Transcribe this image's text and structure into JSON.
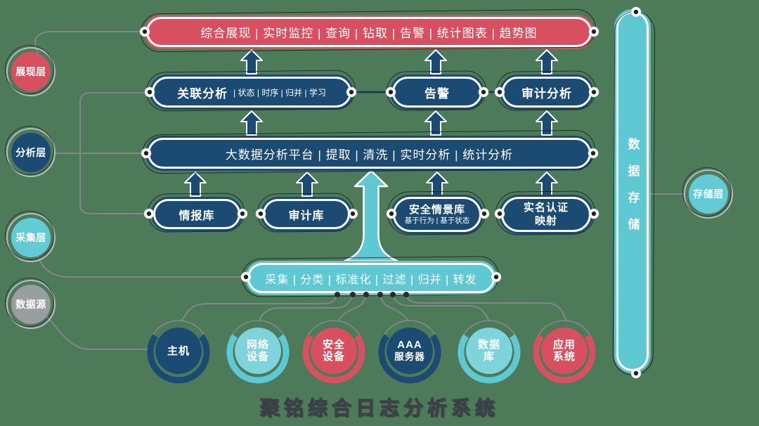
{
  "footer": {
    "title": "聚铭综合日志分析系统"
  },
  "colors": {
    "background": "#4d7a58",
    "red": "#d84f5f",
    "navy": "#1b4a73",
    "teal": "#5ec8d3",
    "light_teal": "#7fd3db",
    "gray": "#9b9ea1",
    "connector_line": "#81878b"
  },
  "left_layers": [
    {
      "label": "展现层"
    },
    {
      "label": "分析层"
    },
    {
      "label": "采集层"
    },
    {
      "label": "数据源"
    }
  ],
  "right_layer": {
    "label": "存储层"
  },
  "storage_pill": {
    "label": "数据存储"
  },
  "top_pill": {
    "label": "综合展现 | 实时监控 | 查询 | 钻取 | 告警 | 统计图表 | 趋势图"
  },
  "analysis_row": [
    {
      "main": "关联分析",
      "sub": "| 状态 | 时序 | 归并 | 学习"
    },
    {
      "main": "告警"
    },
    {
      "main": "审计分析"
    }
  ],
  "platform_pill": {
    "label": "大数据分析平台 | 提取 | 清洗 | 实时分析 | 统计分析"
  },
  "library_row": [
    {
      "main": "情报库"
    },
    {
      "main": "审计库"
    },
    {
      "main": "安全情景库",
      "sub": "基于行为 | 基于状态"
    },
    {
      "lines": [
        "实名认证",
        "映射"
      ]
    }
  ],
  "collect_pill": {
    "label": "采集 | 分类 | 标准化 | 过滤 | 归并 | 转发"
  },
  "sources": [
    {
      "lines": [
        "主机",
        ""
      ]
    },
    {
      "lines": [
        "网络",
        "设备"
      ]
    },
    {
      "lines": [
        "安全",
        "设备"
      ]
    },
    {
      "lines": [
        "AAA",
        "服务器"
      ]
    },
    {
      "lines": [
        "数据",
        "库"
      ]
    },
    {
      "lines": [
        "应用",
        "系统"
      ]
    }
  ]
}
